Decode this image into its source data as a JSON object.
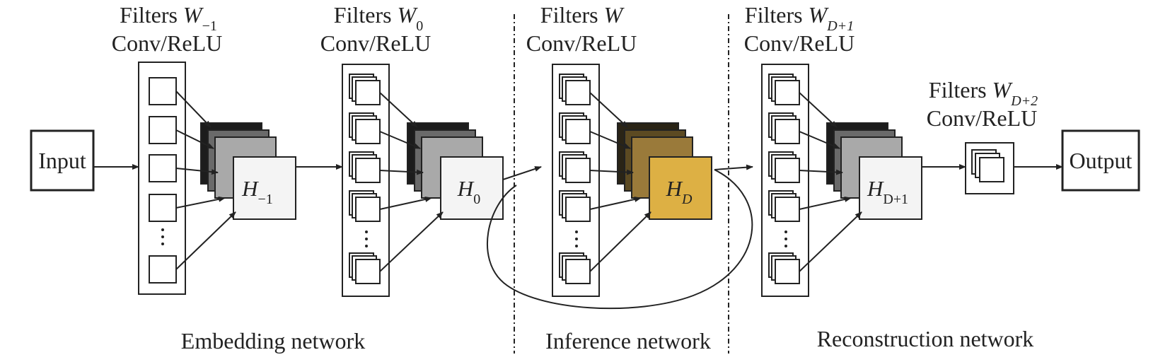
{
  "blocks": {
    "input_label": "Input",
    "output_label": "Output"
  },
  "filters": [
    {
      "prefix": "Filters ",
      "symbol": "W",
      "sub": "−1",
      "op": "Conv/ReLU"
    },
    {
      "prefix": "Filters ",
      "symbol": "W",
      "sub": "0",
      "op": "Conv/ReLU"
    },
    {
      "prefix": "Filters ",
      "symbol": "W",
      "sub": "",
      "op": "Conv/ReLU"
    },
    {
      "prefix": "Filters ",
      "symbol": "W",
      "sub": "D+1",
      "op": "Conv/ReLU"
    },
    {
      "prefix": "Filters ",
      "symbol": "W",
      "sub": "D+2",
      "op": "Conv/ReLU"
    }
  ],
  "features": [
    {
      "symbol": "H",
      "sub": "−1"
    },
    {
      "symbol": "H",
      "sub": "0"
    },
    {
      "symbol": "H",
      "sub": "D"
    },
    {
      "symbol": "H",
      "sub": "D+1"
    }
  ],
  "sections": {
    "embedding": "Embedding network",
    "inference": "Inference network",
    "reconstruction": "Reconstruction network"
  },
  "colors": {
    "stroke": "#222222",
    "feature_dark": "#1c1c1c",
    "feature_mid": "#6a6a6a",
    "feature_light": "#a9a9a9",
    "feature_front": "#f4f4f4",
    "inference_dark": "#2a2416",
    "inference_mid": "#5c4a22",
    "inference_light": "#9a7a3a",
    "inference_front": "#ddb044"
  }
}
